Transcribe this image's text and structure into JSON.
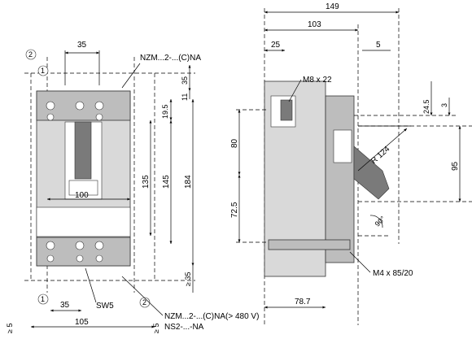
{
  "front_view": {
    "dim_top_width": "35",
    "dim_right_top": "35",
    "dim_11": "11",
    "dim_19_5": "19.5",
    "dim_135": "135",
    "dim_145": "145",
    "dim_184": "184",
    "dim_100": "100",
    "dim_ge_35": "≥ 35",
    "dim_bottom_35": "35",
    "dim_105": "105",
    "dim_ge_5_left": "≥ 5",
    "dim_ge_5_right": "≥ 5",
    "marker_1_top": "1",
    "marker_2_top": "2",
    "marker_1_bottom": "1",
    "marker_2_bottom": "2",
    "label_model_top": "NZM...2-...(C)NA",
    "label_sw5": "SW5",
    "label_model_bottom_1": "NZM...2-...(C)NA(> 480 V)",
    "label_model_bottom_2": "NS2-...-NA"
  },
  "side_view": {
    "dim_149": "149",
    "dim_103": "103",
    "dim_25": "25",
    "dim_5": "5",
    "label_m8": "M8 x 22",
    "dim_24_5": "24.5",
    "dim_3": "3",
    "dim_80": "80",
    "dim_r124": "R 124",
    "dim_95": "95",
    "dim_72_5": "72.5",
    "dim_90deg": "90°",
    "label_m4": "M4 x 85/20",
    "dim_78_7": "78.7"
  }
}
